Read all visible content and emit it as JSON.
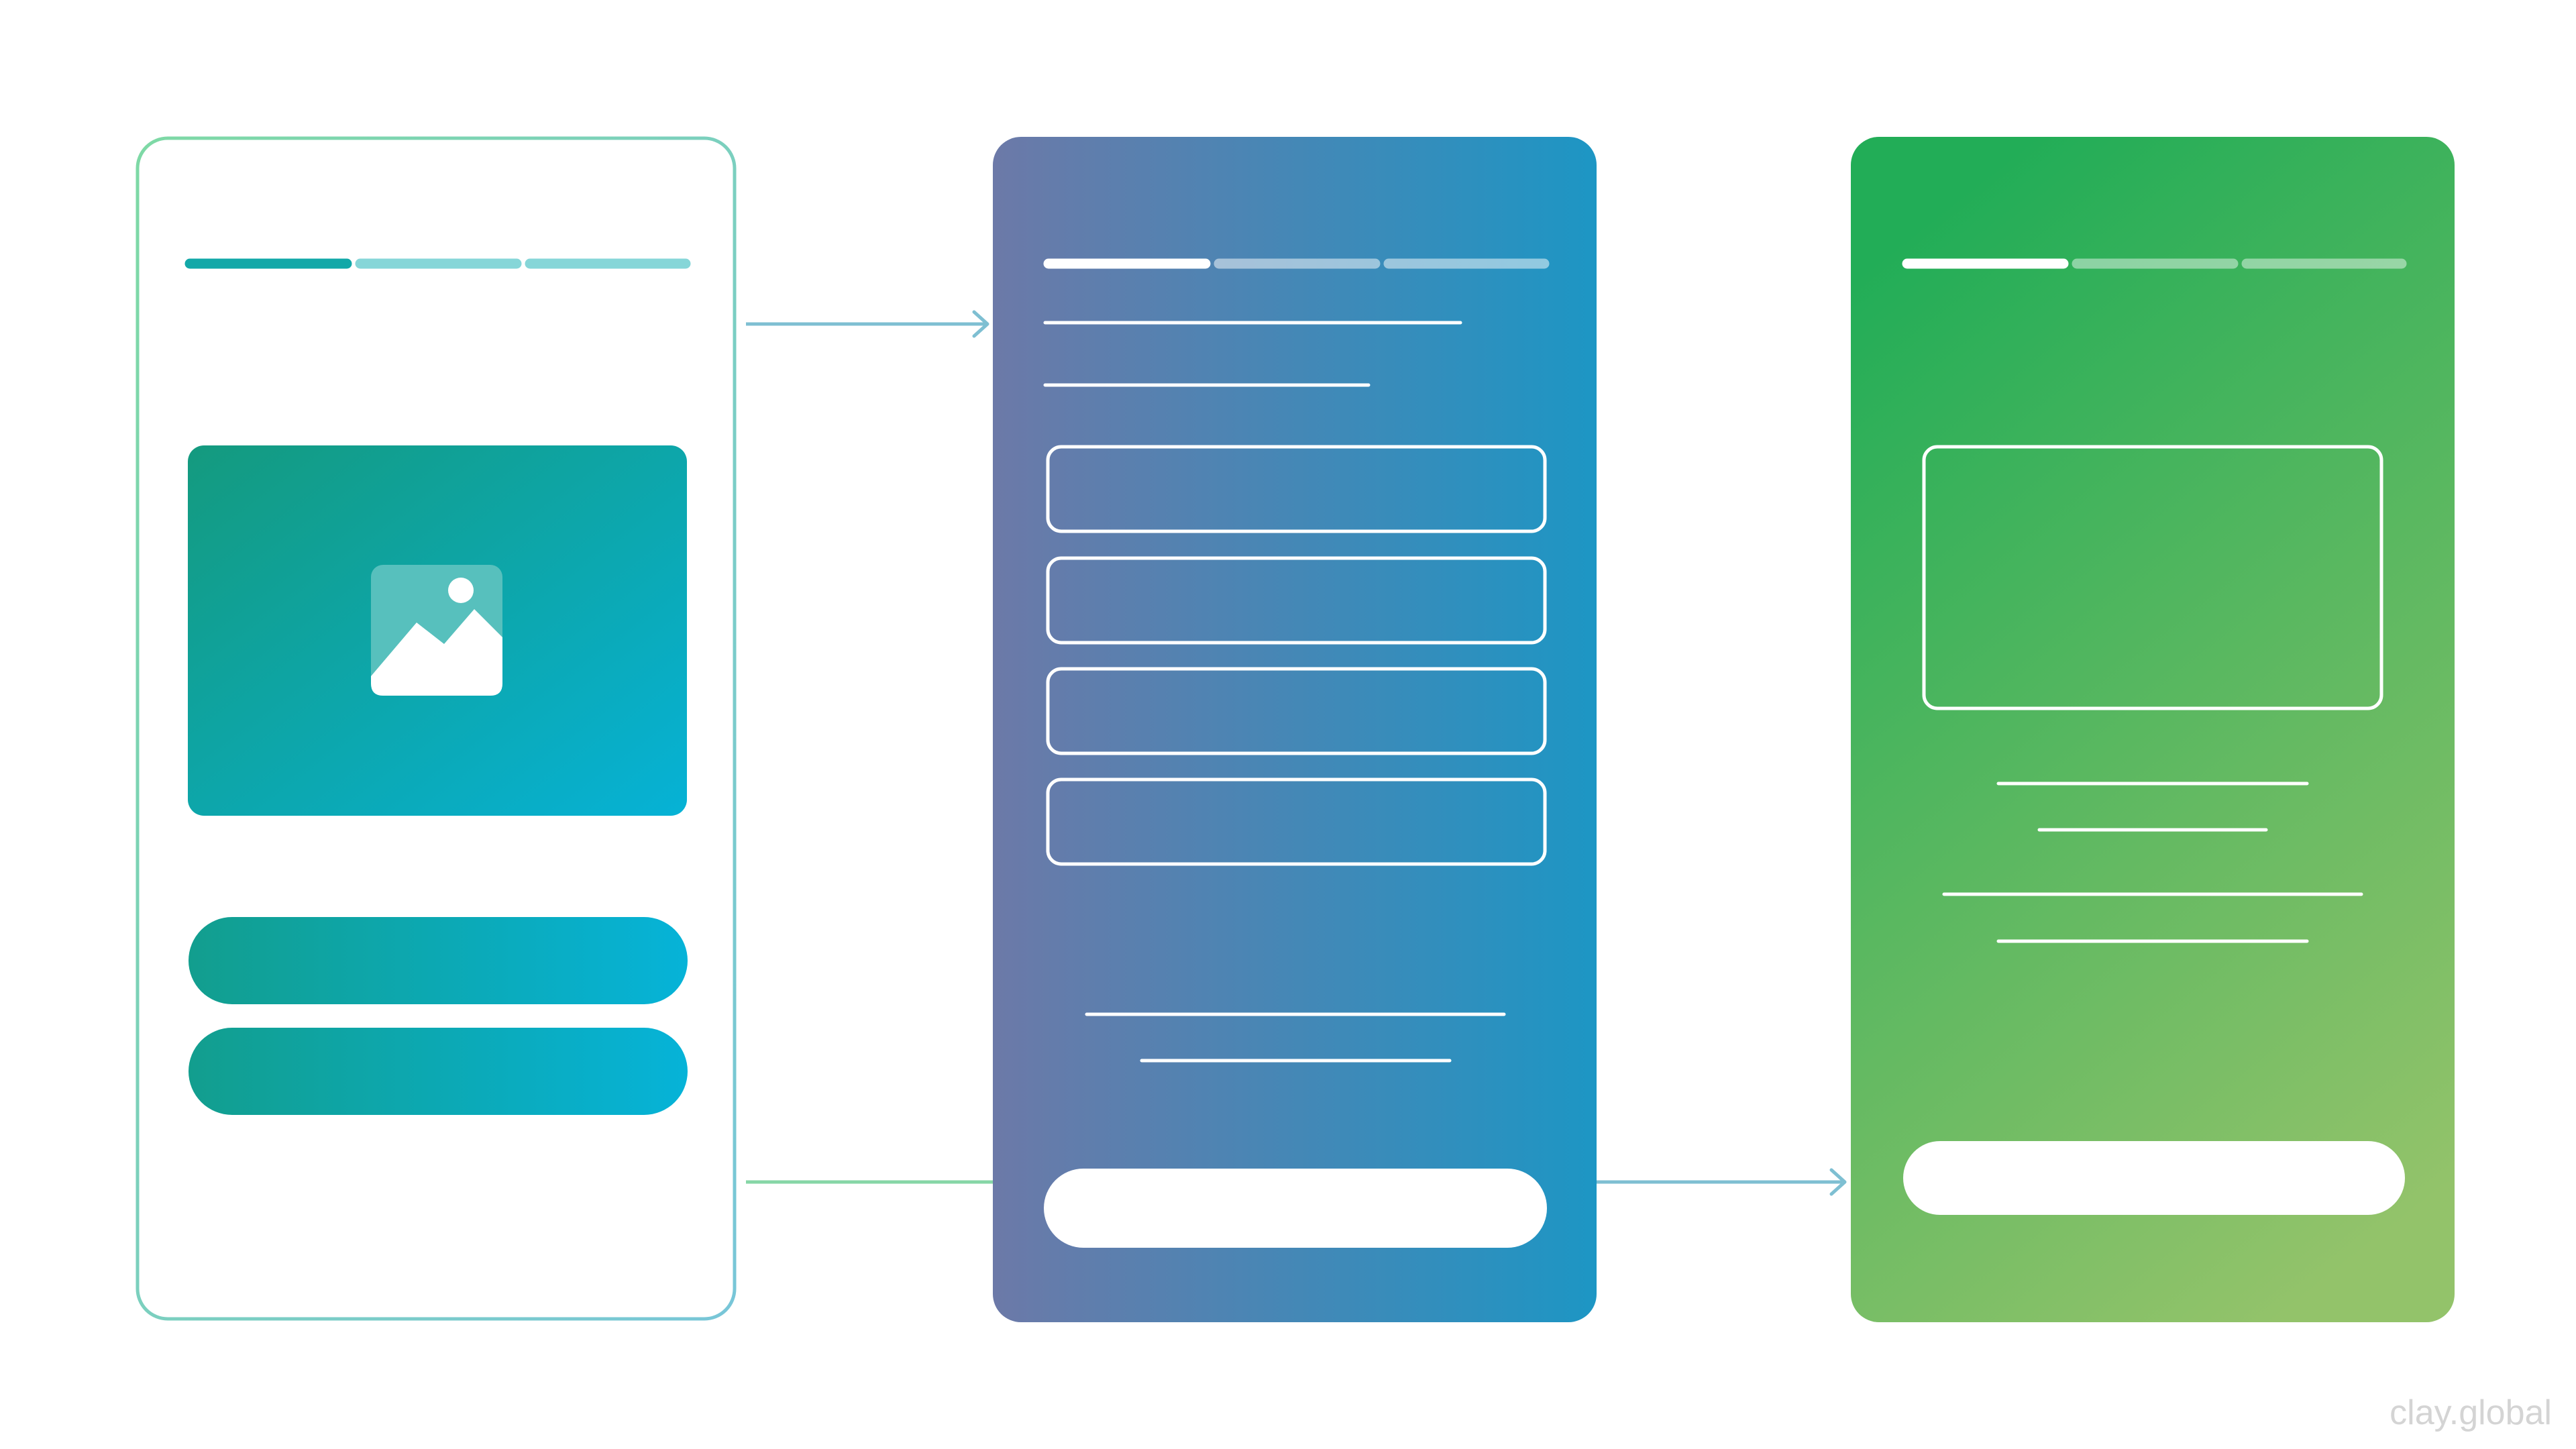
{
  "watermark": {
    "text": "clay.global"
  },
  "colors": {
    "background": "#ffffff",
    "onboarding_gradient": [
      "#149a7e",
      "#06b2d6"
    ],
    "form_gradient": [
      "#6c79a8",
      "#1d96c4"
    ],
    "success_gradient": [
      "#22ad57",
      "#93c36a"
    ],
    "progress_active": "#12a8a8",
    "progress_inactive": "#82d4d8",
    "connector": "#7ec9c9",
    "white": "#ffffff"
  },
  "screens": [
    {
      "id": "onboarding",
      "progress_steps_total": 3,
      "progress_step_active": 1,
      "icons": [
        "image-placeholder-icon"
      ],
      "buttons": 2
    },
    {
      "id": "form",
      "progress_steps_total": 3,
      "progress_step_active": 1,
      "input_fields": 4,
      "buttons": 1
    },
    {
      "id": "success",
      "progress_steps_total": 3,
      "progress_step_active": 1,
      "buttons": 1
    }
  ],
  "connectors": [
    {
      "from": "onboarding",
      "to": "form"
    },
    {
      "from": "onboarding",
      "to": "success",
      "via": "form"
    }
  ]
}
